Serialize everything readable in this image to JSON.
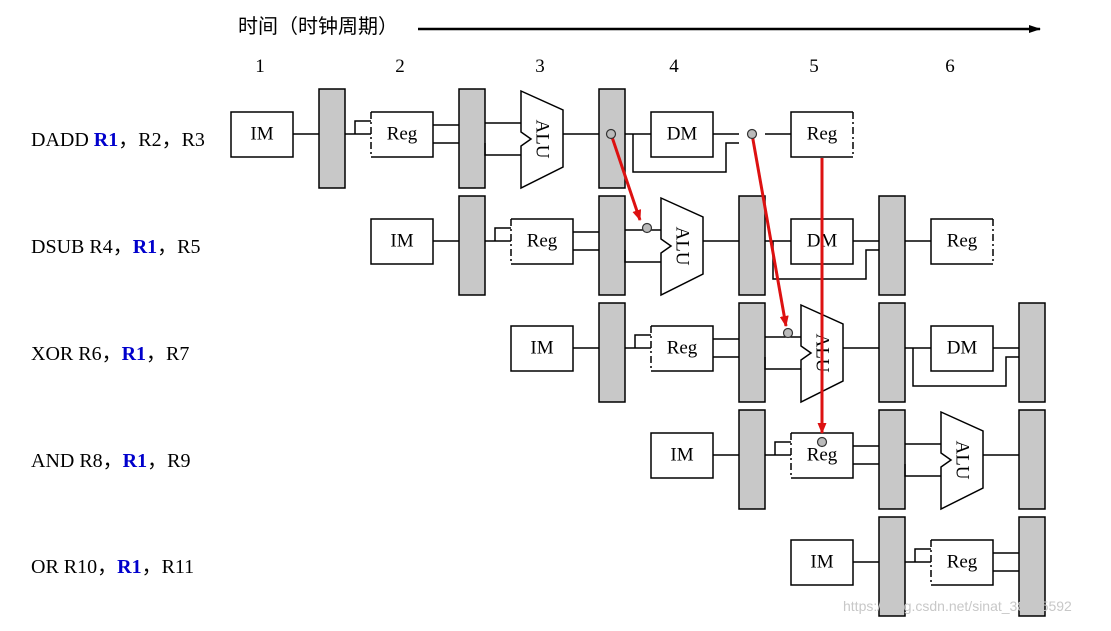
{
  "time_label": "时间（时钟周期）",
  "cycles": [
    "1",
    "2",
    "3",
    "4",
    "5",
    "6"
  ],
  "stage_labels": {
    "im": "IM",
    "reg": "Reg",
    "alu": "ALU",
    "dm": "DM"
  },
  "instructions": [
    {
      "op": "DADD ",
      "dest": "R1",
      "rest": "，R2，R3"
    },
    {
      "op": "DSUB R4，",
      "dest": "R1",
      "rest": "，R5"
    },
    {
      "op": "XOR R6，",
      "dest": "R1",
      "rest": "，R7"
    },
    {
      "op": "AND R8，",
      "dest": "R1",
      "rest": "，R9"
    },
    {
      "op": "OR R10，",
      "dest": "R1",
      "rest": "，R11"
    }
  ],
  "colors": {
    "highlight_register": "#0000cc",
    "forwarding_arrow": "#dd1111",
    "pipeline_register": "#c8c8c8"
  },
  "watermark": "https://blog.csdn.net/sinat_38945592"
}
